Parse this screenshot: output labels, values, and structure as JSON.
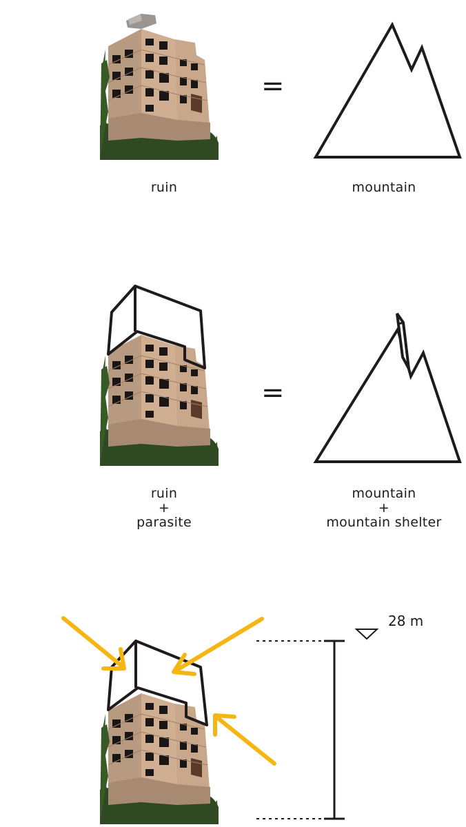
{
  "row1": {
    "left_label": "ruin",
    "equals": "=",
    "right_label": "mountain"
  },
  "row2": {
    "left_label_line1": "ruin",
    "left_plus": "+",
    "left_label_line2": "parasite",
    "equals": "=",
    "right_label_line1": "mountain",
    "right_plus": "+",
    "right_label_line2": "mountain shelter"
  },
  "row3": {
    "height_label": "28 m"
  },
  "colors": {
    "outline": "#1f1a1c",
    "arrow": "#f5b614",
    "concrete": "#c7a58a",
    "concrete_shadow": "#a88a72",
    "window": "#1a1616",
    "foliage": "#3f5f2c"
  }
}
